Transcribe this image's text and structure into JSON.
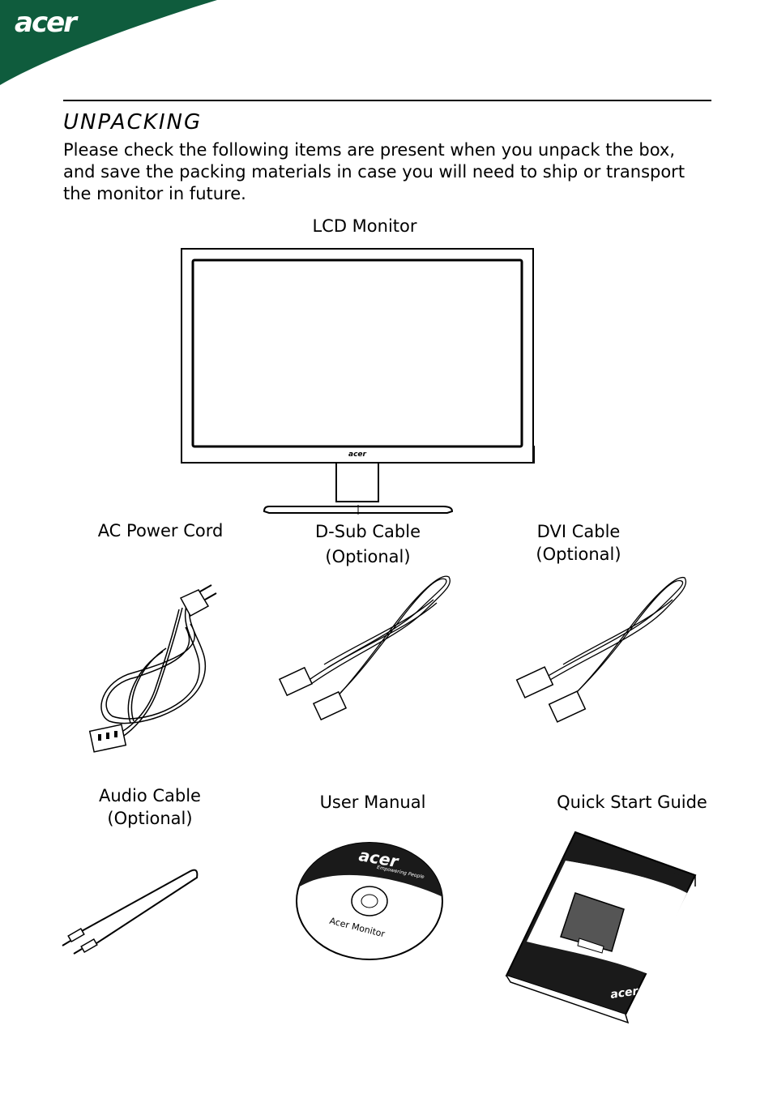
{
  "header": {
    "brand": "acer",
    "brand_color": "#0f5c3d"
  },
  "section": {
    "title": "UNPACKING",
    "intro": "Please check the following items are present when you unpack the box, and save the packing materials in case you will need to ship or transport the monitor in future."
  },
  "items": {
    "monitor": {
      "label": "LCD Monitor",
      "bezel_logo": "acer"
    },
    "power_cord": {
      "label": "AC Power Cord"
    },
    "dsub_cable": {
      "label": "D-Sub Cable",
      "note": "(Optional)"
    },
    "dvi_cable": {
      "label": "DVI Cable",
      "note": "(Optional)"
    },
    "audio_cable": {
      "label": "Audio Cable",
      "note": "(Optional)"
    },
    "user_manual": {
      "label": "User Manual",
      "disc_brand": "acer",
      "disc_tagline": "Empowering People",
      "disc_title": "Acer Monitor"
    },
    "quick_start": {
      "label": "Quick Start Guide",
      "cover_brand": "acer"
    }
  }
}
